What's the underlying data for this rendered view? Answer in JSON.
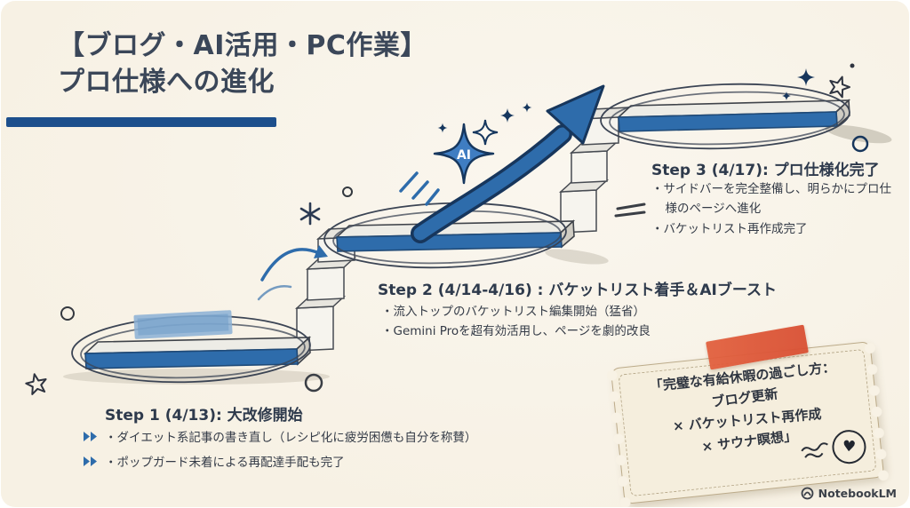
{
  "title": {
    "line1": "【ブログ・AI活用・PC作業】",
    "line2": "プロ仕様への進化"
  },
  "badge": {
    "label": "AI"
  },
  "steps": [
    {
      "heading": "Step 1 (4/13): 大改修開始",
      "bullets": [
        "・ダイエット系記事の書き直し（レシピ化に疲労困憊も自分を称賛）",
        "・ポップガード未着による再配達手配も完了"
      ]
    },
    {
      "heading": "Step 2 (4/14-4/16) : バケットリスト着手＆AIブースト",
      "bullets": [
        "・流入トップのバケットリスト編集開始（猛省）",
        "・Gemini Proを超有効活用し、ページを劇的改良"
      ]
    },
    {
      "heading": "Step 3 (4/17): プロ仕様化完了",
      "bullets": [
        "・サイドバーを完全整備し、明らかにプロ仕様のページへ進化",
        "・バケットリスト再作成完了"
      ]
    }
  ],
  "ticket": {
    "lines": [
      "「完璧な有給休暇の過ごし方：",
      "ブログ更新",
      "× バケットリスト再作成",
      "× サウナ瞑想」"
    ]
  },
  "footer": {
    "brand": "NotebookLM"
  },
  "icons": {
    "ai_badge": "four-point-star",
    "bullet_marker": "double-chevron-right",
    "stamp": "heart",
    "brand_logo": "notebooklm-mark"
  },
  "colors": {
    "background": "#f8f3e8",
    "accent_blue": "#2e6cab",
    "arrow_outline": "#17365c",
    "title_bar_blue": "#1d4f8c",
    "dark_text": "#3b4759",
    "tape_red": "#d94f33",
    "tape_blue": "#8bb0d5",
    "ticket_paper": "#f5eedd"
  }
}
